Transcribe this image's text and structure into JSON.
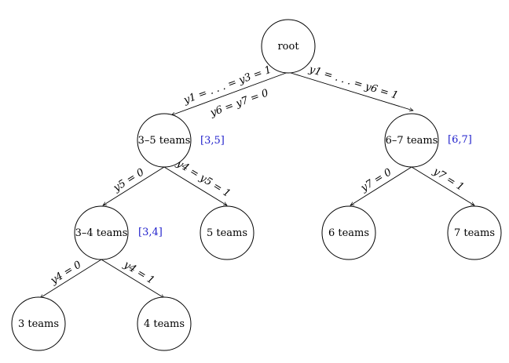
{
  "nodes": {
    "root": "root",
    "n35": "3–5 teams",
    "n67": "6–7 teams",
    "n34": "3–4 teams",
    "n5": "5 teams",
    "n6": "6 teams",
    "n7": "7 teams",
    "n3": "3 teams",
    "n4": "4 teams"
  },
  "edges": {
    "root_n35_line1": "y1 = . . . = y3 = 1",
    "root_n35_line2": "y6 = y7 = 0",
    "root_n67": "y1 = . . . = y6 = 1",
    "n35_n34": "y5 = 0",
    "n35_n5": "y4 = y5 = 1",
    "n67_n6": "y7 = 0",
    "n67_n7": "y7 = 1",
    "n34_n3": "y4 = 0",
    "n34_n4": "y4 = 1"
  },
  "intervals": {
    "n35": "[3,5]",
    "n67": "[6,7]",
    "n34": "[3,4]"
  },
  "colors": {
    "interval": "#2222cc",
    "line": "#000000"
  }
}
